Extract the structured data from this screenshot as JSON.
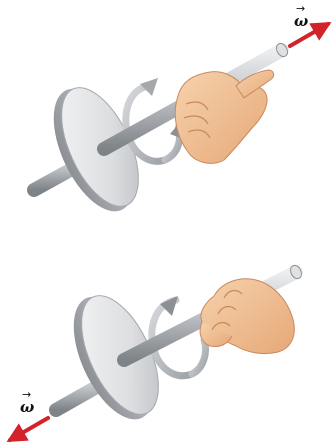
{
  "labels": {
    "omega_top": "ω",
    "omega_bottom": "ω",
    "vector_mark": "→"
  },
  "colors": {
    "axis_arrow": "#d2232a",
    "disk_face": "#e6e7e9",
    "disk_edge": "#9da1a6",
    "rod": "#b9bcc0",
    "rotation_arrow": "#c5c8cc",
    "hand_skin": "#f0c39a",
    "hand_shadow": "#d99a6a"
  },
  "icons": {
    "top_rotation": "counterclockwise-rotation-arrow",
    "bottom_rotation": "clockwise-rotation-arrow"
  }
}
